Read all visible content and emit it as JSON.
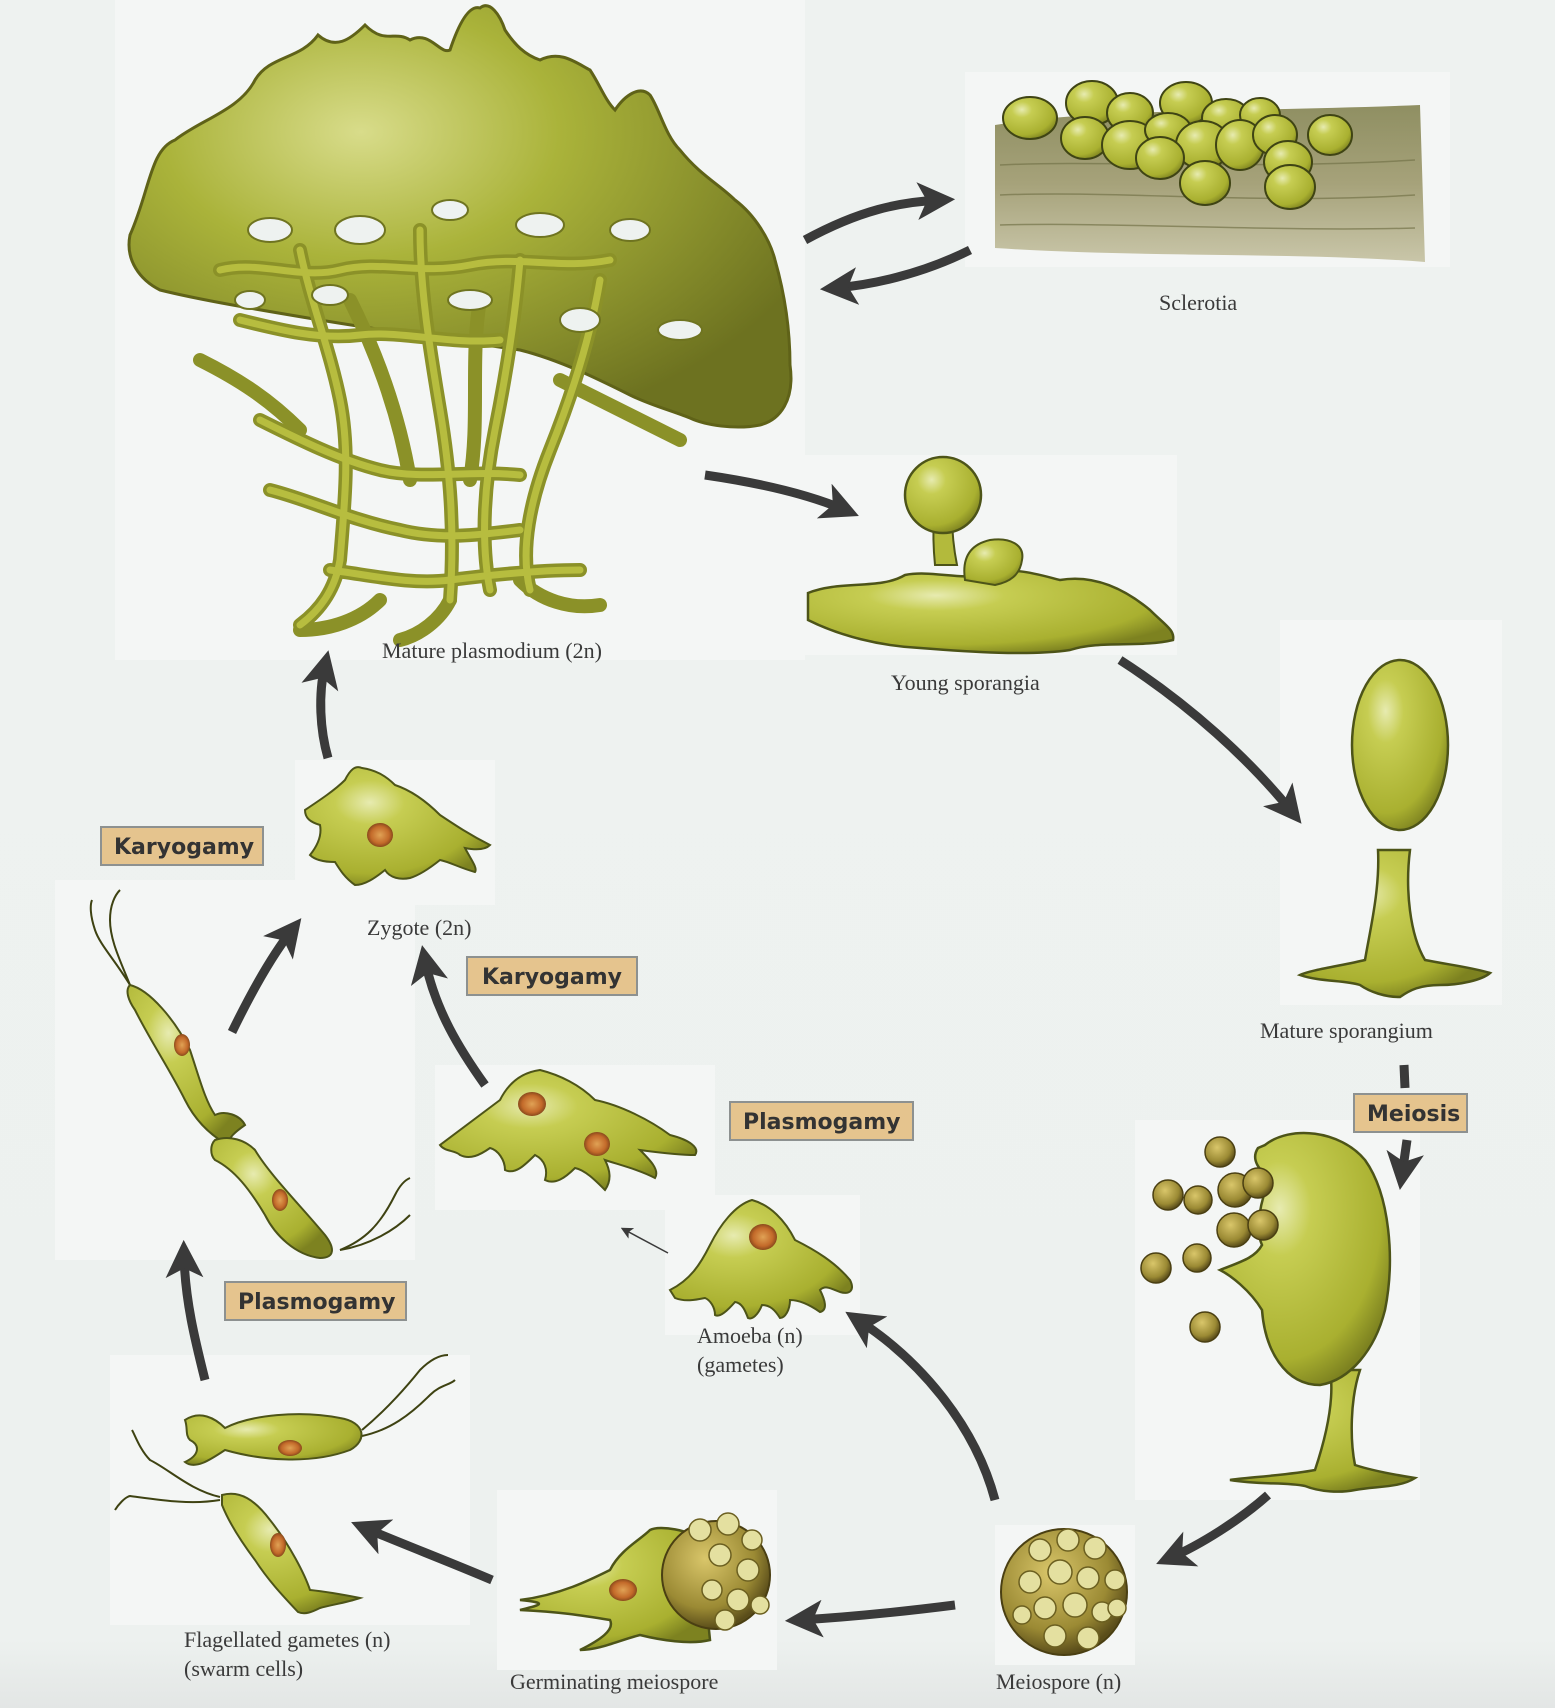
{
  "diagram": {
    "type": "life-cycle",
    "subject": "plasmodial slime mold",
    "colors": {
      "background": "#eef2f0",
      "organism_green": "#b7bd3f",
      "organism_dark": "#6f7420",
      "nucleus": "#c8732e",
      "arrow": "#3a3a3a",
      "process_box_fill": "#e5c48e",
      "process_box_border": "#8d9190",
      "label_text": "#3a3a3a"
    }
  },
  "stages": {
    "mature_plasmodium": {
      "label": "Mature plasmodium (2n)"
    },
    "sclerotia": {
      "label": "Sclerotia"
    },
    "young_sporangia": {
      "label": "Young sporangia"
    },
    "mature_sporangium": {
      "label": "Mature sporangium"
    },
    "meiospore": {
      "label": "Meiospore (n)"
    },
    "germinating_meiospore": {
      "label": "Germinating meiospore"
    },
    "flagellated_gametes": {
      "line1": "Flagellated gametes (n)",
      "line2": "(swarm cells)"
    },
    "amoeba": {
      "line1": "Amoeba (n)",
      "line2": "(gametes)"
    },
    "zygote": {
      "label": "Zygote (2n)"
    }
  },
  "processes": {
    "karyogamy_left": "Karyogamy",
    "karyogamy_center": "Karyogamy",
    "plasmogamy_left": "Plasmogamy",
    "plasmogamy_center": "Plasmogamy",
    "meiosis": "Meiosis"
  },
  "arrows": [
    {
      "from": "mature_plasmodium",
      "to": "sclerotia"
    },
    {
      "from": "sclerotia",
      "to": "mature_plasmodium"
    },
    {
      "from": "mature_plasmodium",
      "to": "young_sporangia"
    },
    {
      "from": "young_sporangia",
      "to": "mature_sporangium"
    },
    {
      "from": "mature_sporangium",
      "to": "dehiscing_sporangium",
      "via": "Meiosis"
    },
    {
      "from": "dehiscing_sporangium",
      "to": "meiospore"
    },
    {
      "from": "meiospore",
      "to": "germinating_meiospore"
    },
    {
      "from": "germinating_meiospore",
      "to": "flagellated_gametes"
    },
    {
      "from": "meiospore",
      "to": "amoeba"
    },
    {
      "from": "flagellated_gametes",
      "to": "fused_swarm_cells",
      "via": "Plasmogamy"
    },
    {
      "from": "fused_swarm_cells",
      "to": "zygote",
      "via": "Karyogamy"
    },
    {
      "from": "amoeba",
      "to": "fused_amoebae",
      "via": "Plasmogamy"
    },
    {
      "from": "fused_amoebae",
      "to": "zygote",
      "via": "Karyogamy"
    },
    {
      "from": "zygote",
      "to": "mature_plasmodium"
    }
  ]
}
